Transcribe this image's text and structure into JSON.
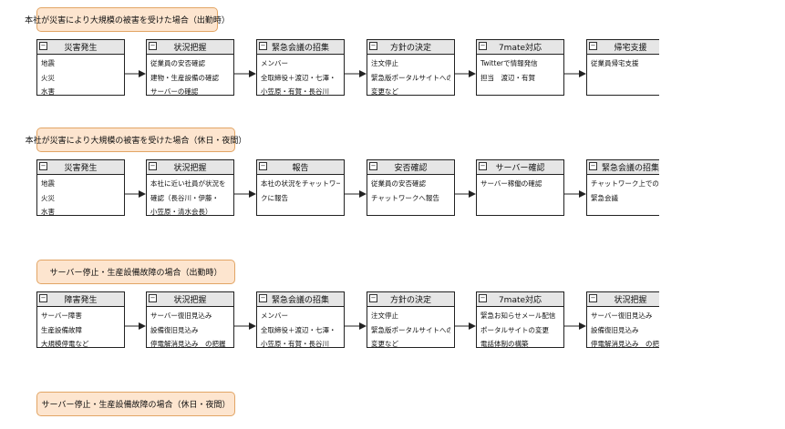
{
  "sections": [
    {
      "title": "本社が災害により大規模の被害を受けた場合（出勤時）",
      "steps": [
        {
          "heading": "災害発生",
          "lines": [
            "地震",
            "火災",
            "水害"
          ]
        },
        {
          "heading": "状況把握",
          "lines": [
            "従業員の安否確認",
            "建物・生産設備の確認",
            "サーバーの確認"
          ]
        },
        {
          "heading": "緊急会議の招集",
          "lines": [
            "メンバー",
            "全取締役＋渡辺・七澤・",
            "小笠原・有賀・長谷川"
          ]
        },
        {
          "heading": "方針の決定",
          "lines": [
            "注文停止",
            "緊急版ポータルサイトへの",
            "変更など"
          ]
        },
        {
          "heading": "7mate対応",
          "lines": [
            "Twitterで情報発信",
            "担当　渡辺・有賀"
          ]
        },
        {
          "heading": "帰宅支援",
          "lines": [
            "従業員帰宅支援"
          ]
        }
      ]
    },
    {
      "title": "本社が災害により大規模の被害を受けた場合（休日・夜間）",
      "steps": [
        {
          "heading": "災害発生",
          "lines": [
            "地震",
            "火災",
            "水害"
          ]
        },
        {
          "heading": "状況把握",
          "lines": [
            "本社に近い社員が状況を",
            "確認（長谷川・伊藤・",
            "小笠原・清水会長）"
          ]
        },
        {
          "heading": "報告",
          "lines": [
            "本社の状況をチャットワー",
            "クに報告"
          ]
        },
        {
          "heading": "安否確認",
          "lines": [
            "従業員の安否確認",
            "チャットワークへ報告"
          ]
        },
        {
          "heading": "サーバー確認",
          "lines": [
            "サーバー稼働の確認"
          ]
        },
        {
          "heading": "緊急会議の招集",
          "lines": [
            "チャットワーク上での",
            "緊急会議"
          ]
        }
      ]
    },
    {
      "title": "サーバー停止・生産設備故障の場合（出勤時）",
      "steps": [
        {
          "heading": "障害発生",
          "lines": [
            "サーバー障害",
            "生産設備故障",
            "大規模停電など"
          ]
        },
        {
          "heading": "状況把握",
          "lines": [
            "サーバー復旧見込み",
            "設備復旧見込み",
            "停電解消見込み　の把握"
          ]
        },
        {
          "heading": "緊急会議の招集",
          "lines": [
            "メンバー",
            "全取締役＋渡辺・七澤・",
            "小笠原・有賀・長谷川"
          ]
        },
        {
          "heading": "方針の決定",
          "lines": [
            "注文停止",
            "緊急版ポータルサイトへの",
            "変更など"
          ]
        },
        {
          "heading": "7mate対応",
          "lines": [
            "緊急お知らせメール配信",
            "ポータルサイトの変更",
            "電話体制の構築"
          ]
        },
        {
          "heading": "状況把握",
          "lines": [
            "サーバー復旧見込み",
            "設備復旧見込み",
            "停電解消見込み　の把握"
          ]
        }
      ]
    },
    {
      "title": "サーバー停止・生産設備故障の場合（休日・夜間）",
      "steps": []
    }
  ],
  "colors": {
    "scenario_fill": "#fde5cf",
    "scenario_border": "#e2a565",
    "box_header_fill": "#e6e6e6",
    "line": "#222222"
  },
  "icons": {
    "collapse": "minus-box-icon",
    "connector": "arrow-right-icon"
  }
}
